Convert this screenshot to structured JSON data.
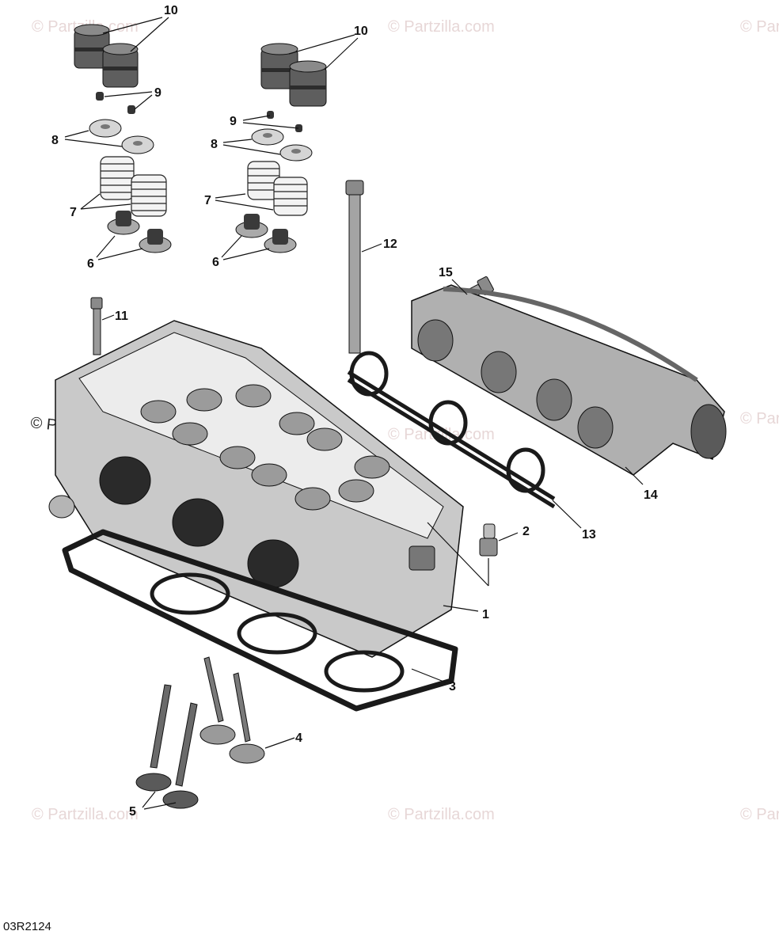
{
  "watermark": {
    "text": "© Partzilla.com",
    "faint_color": "#e7d7d7"
  },
  "figure_code": "03R2124",
  "callouts": [
    "1",
    "2",
    "3",
    "4",
    "5",
    "6",
    "7",
    "8",
    "9",
    "10",
    "11",
    "12",
    "13",
    "14",
    "15"
  ],
  "colors": {
    "line": "#111111",
    "part_dark": "#6f6f6f",
    "part_mid": "#a9a9a9",
    "part_light": "#d9d9d9"
  }
}
